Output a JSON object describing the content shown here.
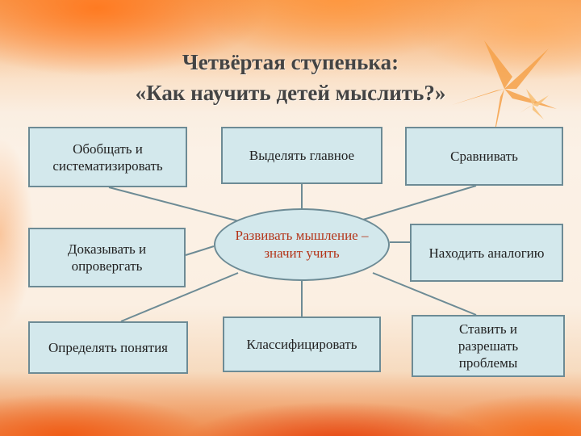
{
  "title": {
    "line1": "Четвёртая ступенька:",
    "line2": "«Как научить детей мыслить?»"
  },
  "center": "Развивать мышление – значит учить",
  "boxes": {
    "generalize": "Обобщать и систематизировать",
    "main_idea": "Выделять главное",
    "compare": "Сравнивать",
    "prove": "Доказывать и опровергать",
    "analogy": "Находить аналогию",
    "define": "Определять понятия",
    "classify": "Классифицировать",
    "problems": "Ставить и разрешать проблемы"
  },
  "colors": {
    "box_fill": "#d3e8ec",
    "box_border": "#6d8b95",
    "center_text": "#b4361b",
    "title_text": "#444444"
  }
}
